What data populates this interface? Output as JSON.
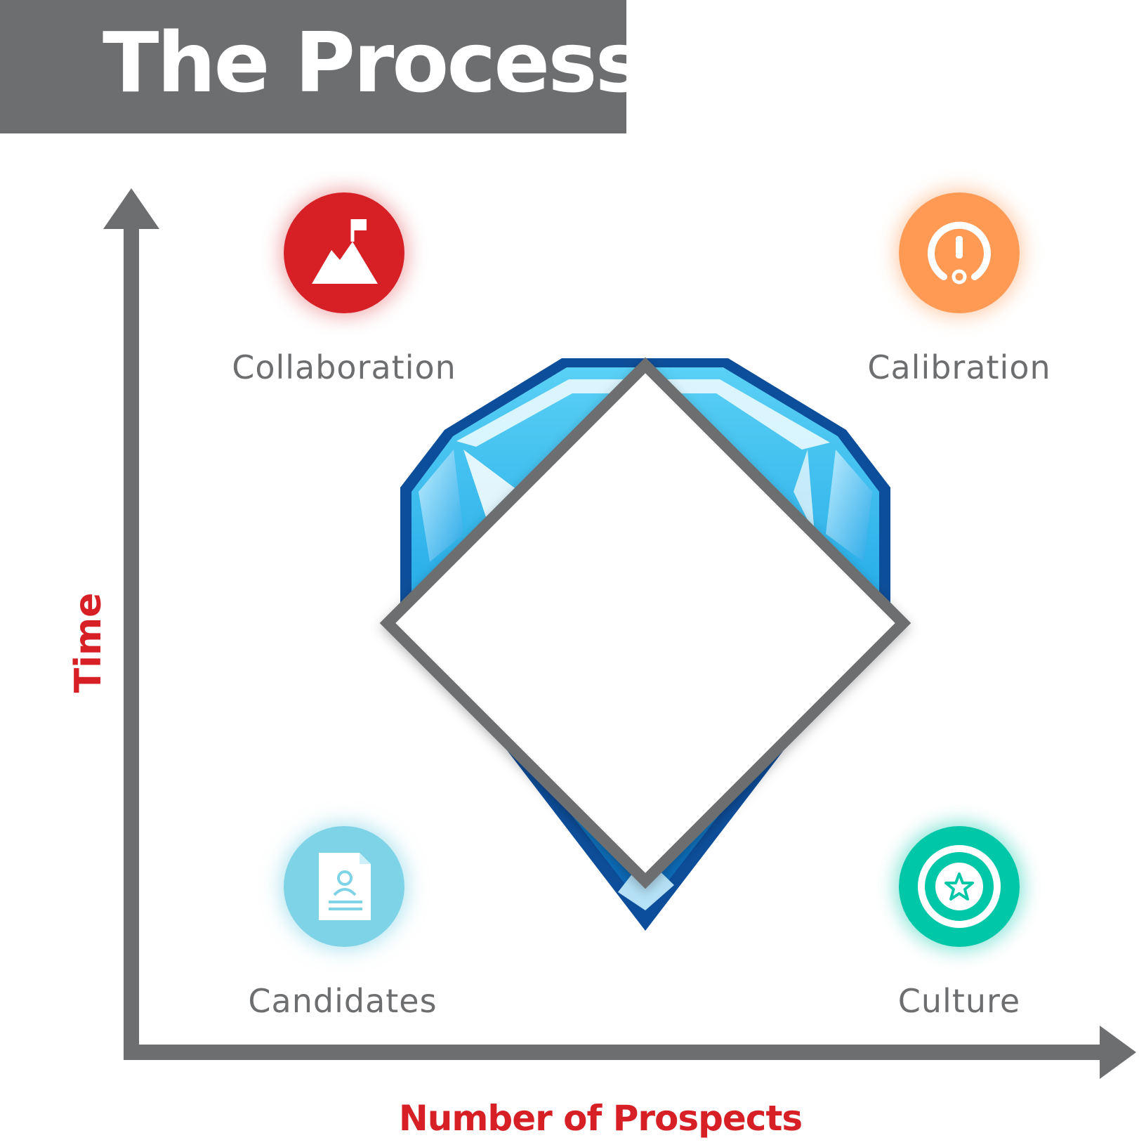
{
  "title": "The Process",
  "axes": {
    "y_label": "Time",
    "x_label": "Number of Prospects"
  },
  "quadrants": {
    "top_left": {
      "label": "Collaboration",
      "icon": "mountain-flag-icon",
      "color": "#d71f26"
    },
    "top_right": {
      "label": "Calibration",
      "icon": "gauge-exclamation-icon",
      "color": "#ff9a55"
    },
    "bottom_left": {
      "label": "Candidates",
      "icon": "resume-document-icon",
      "color": "#7fd3e6"
    },
    "bottom_right": {
      "label": "Culture",
      "icon": "star-badge-icon",
      "color": "#00c7a8"
    }
  },
  "center": {
    "icon": "diamond-gem-icon"
  },
  "colors": {
    "title_bar": "#6d6e70",
    "axis": "#6d6e70",
    "axis_label": "#d71f26"
  }
}
